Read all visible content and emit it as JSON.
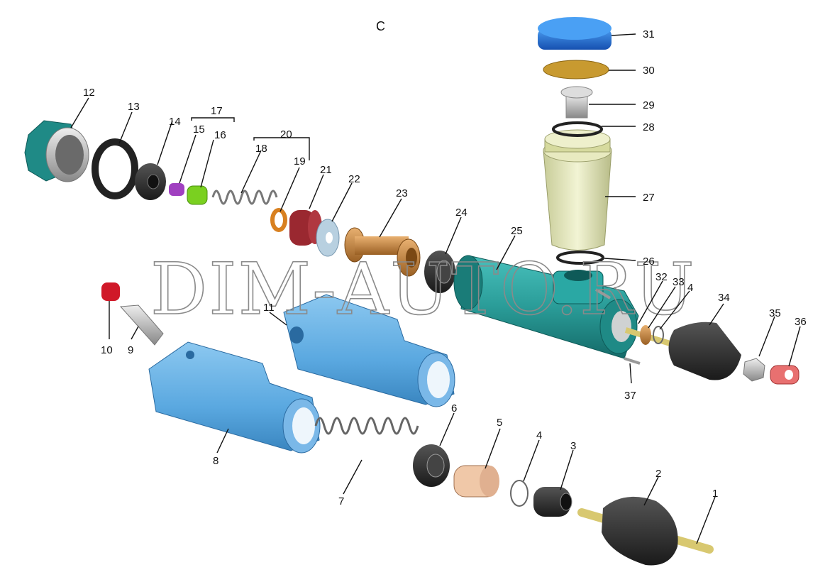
{
  "diagram": {
    "view_letter": "C",
    "watermark": "DIM-AUTO.RU",
    "callouts": {
      "c1": "1",
      "c2": "2",
      "c3": "3",
      "c4": "4",
      "c4b": "4",
      "c5": "5",
      "c6": "6",
      "c7": "7",
      "c8": "8",
      "c9": "9",
      "c10": "10",
      "c11": "11",
      "c12": "12",
      "c13": "13",
      "c14": "14",
      "c15": "15",
      "c16": "16",
      "c17": "17",
      "c18": "18",
      "c19": "19",
      "c20": "20",
      "c21": "21",
      "c22": "22",
      "c23": "23",
      "c24": "24",
      "c25": "25",
      "c26": "26",
      "c27": "27",
      "c28": "28",
      "c29": "29",
      "c30": "30",
      "c31": "31",
      "c32": "32",
      "c33": "33",
      "c34": "34",
      "c35": "35",
      "c36": "36",
      "c37": "37"
    },
    "colors": {
      "body_teal": "#2a9c98",
      "cylinder_blue": "#5aa8e0",
      "cap_blue": "#1e6fd0",
      "reservoir": "#dfe3b8",
      "rubber": "#2c2c2c",
      "red_cap": "#d01828",
      "bronze": "#c88a40"
    }
  }
}
